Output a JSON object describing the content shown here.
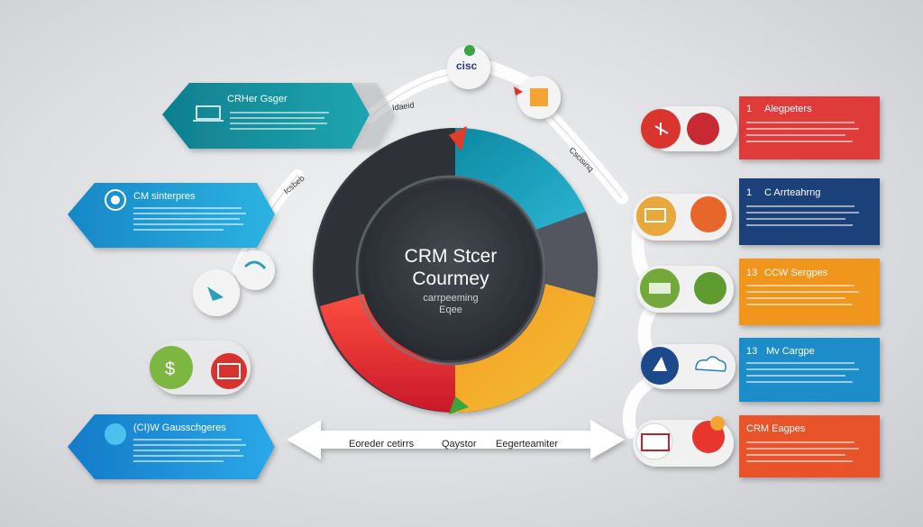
{
  "center": {
    "title_line1": "CRM Stcer",
    "title_line2": "Courmey",
    "subtitle_line1": "carrpeeming",
    "subtitle_line2": "Eqee"
  },
  "top_logo": {
    "text": "cisc"
  },
  "curve_labels": {
    "top": "Idaeid",
    "upper_left": "Icsbeb",
    "upper_right": "Cscisinq"
  },
  "left_cards": [
    {
      "title": "CRHer Gsger",
      "color": "#17909a"
    },
    {
      "title": "CM sinterpres",
      "color": "#1e9fcf"
    },
    {
      "title": "(CI)W Gausschgeres",
      "color": "#1f8fd6"
    }
  ],
  "right_cards": [
    {
      "number": "1",
      "title": "Alegpeters",
      "color": "#e03a3a"
    },
    {
      "number": "1",
      "title": "C Arrteahrng",
      "color": "#1e3f79"
    },
    {
      "number": "13",
      "title": "CCW Sergpes",
      "color": "#f0961e"
    },
    {
      "number": "13",
      "title": "Mv Cargpe",
      "color": "#1f8dc8"
    },
    {
      "number": "",
      "title": "CRM Eagpes",
      "color": "#e8532a"
    }
  ],
  "bottom_arrow": {
    "left": "Eoreder cetirrs",
    "middle": "Qaystor",
    "right": "Eegerteamiter"
  }
}
